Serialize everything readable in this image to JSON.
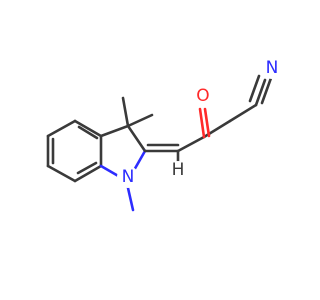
{
  "molecule": {
    "atoms": {
      "n1": "N",
      "o1": "O",
      "h1": "H",
      "n2": "N"
    },
    "colors": {
      "carbon_bond": "#3a3a3a",
      "nitrogen": "#2d2dff",
      "oxygen": "#ff2a2a",
      "background": "#ffffff"
    }
  }
}
